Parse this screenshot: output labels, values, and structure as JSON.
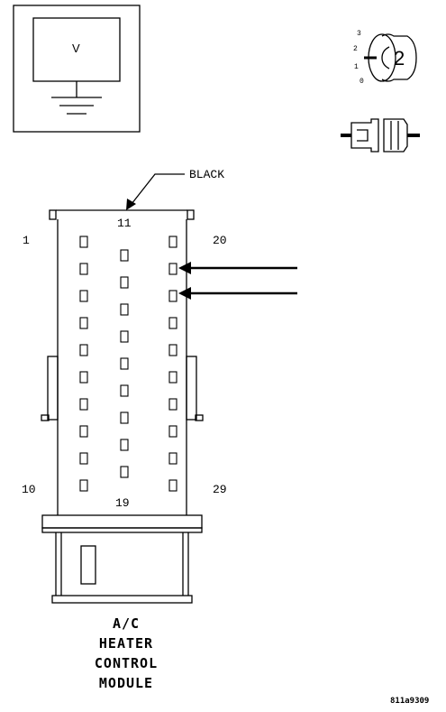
{
  "meter": {
    "symbol": "V"
  },
  "ignition_icon": {
    "positions": [
      "3",
      "2",
      "1",
      "0"
    ],
    "setting": "2"
  },
  "connector": {
    "color_callout": "BLACK",
    "pin_labels": {
      "p1": "1",
      "p10": "10",
      "p11": "11",
      "p19": "19",
      "p20": "20",
      "p29": "29"
    },
    "probed_pins": [
      "21",
      "22"
    ]
  },
  "component": {
    "line1": "A/C",
    "line2": "HEATER",
    "line3": "CONTROL",
    "line4": "MODULE"
  },
  "figure_code": "811a9309"
}
